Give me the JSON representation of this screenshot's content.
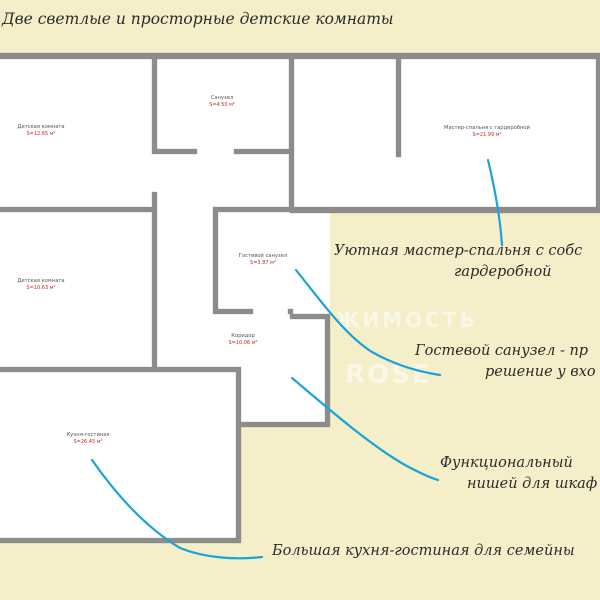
{
  "header": {
    "title": "Две светлые и просторные детские комнаты"
  },
  "rooms": [
    {
      "name": "Детская комната",
      "area": "S=12.65 м²"
    },
    {
      "name": "Санузел",
      "area": "S=4.50 м²"
    },
    {
      "name": "Мастер-спальня с гардеробной",
      "area": "S=21.99 м²"
    },
    {
      "name": "Детская комната",
      "area": "S=10.63 м²"
    },
    {
      "name": "Гостевой санузел",
      "area": "S=3.87 м²"
    },
    {
      "name": "Коридор",
      "area": "S=10.06 м²"
    },
    {
      "name": "Кухня-гостиная",
      "area": "S=26.45 м²"
    }
  ],
  "callouts": [
    {
      "lines": [
        "Уютная мастер-спальня с собс",
        "гардеробной"
      ]
    },
    {
      "lines": [
        "Гостевой санузел - пр",
        "решение у вхо"
      ]
    },
    {
      "lines": [
        "Функциональный ",
        "нишей для шкаф"
      ]
    },
    {
      "lines": [
        "Большая кухня-гостиная для семейны"
      ]
    }
  ],
  "watermark": {
    "line1": "ЖИМОСТЬ",
    "line2": "ROSE"
  },
  "colors": {
    "background": "#f4eec9",
    "floor": "#ffffff",
    "wall": "#8c8c8c",
    "leader": "#1aa3d6",
    "area_text": "#c62828"
  }
}
